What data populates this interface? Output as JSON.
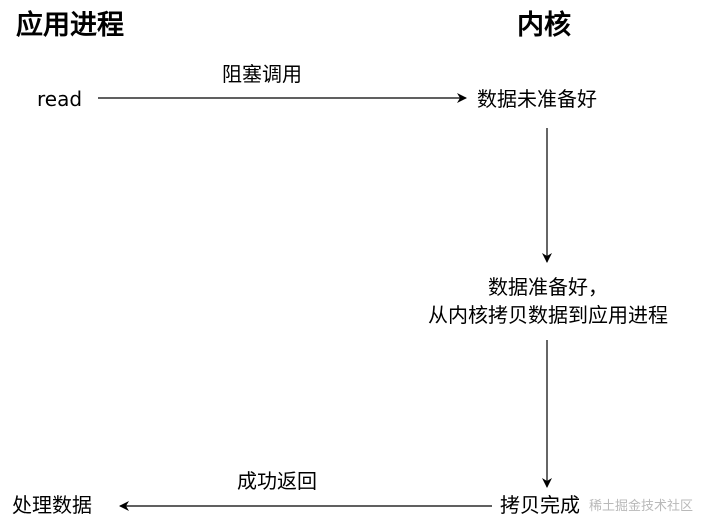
{
  "headers": {
    "left": "应用进程",
    "right": "内核"
  },
  "nodes": {
    "read": "read",
    "not_ready": "数据未准备好",
    "ready_line1": "数据准备好，",
    "ready_line2": "从内核拷贝数据到应用进程",
    "copy_done": "拷贝完成",
    "process_data": "处理数据"
  },
  "edges": {
    "blocking_call": "阻塞调用",
    "return_success": "成功返回"
  },
  "watermark": "稀土掘金技术社区"
}
